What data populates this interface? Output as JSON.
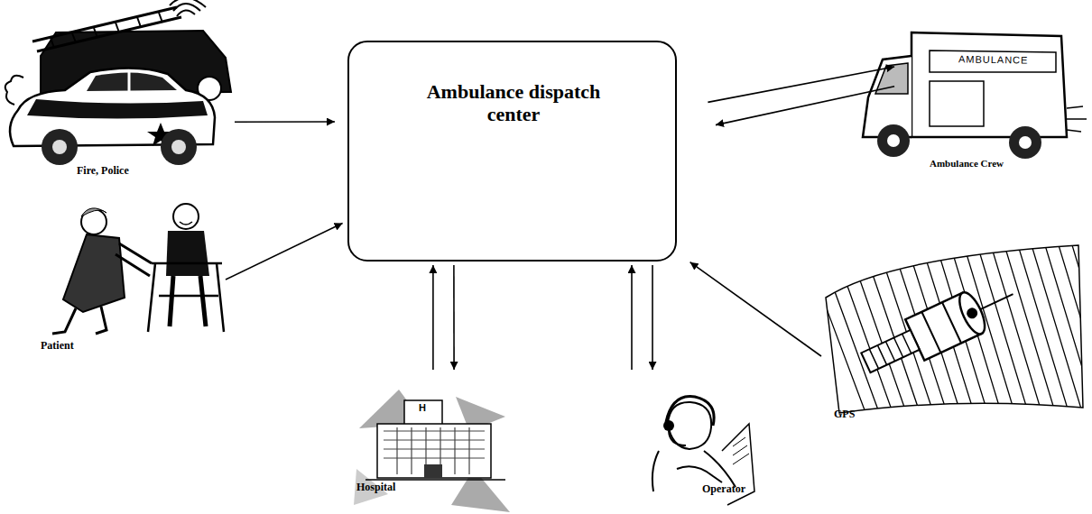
{
  "diagram": {
    "nodes": [
      {
        "text": [
          "Fire, Police"
        ]
      },
      {
        "text": [
          "Ambulance dispatch center"
        ]
      },
      {
        "text": [
          "Ambulance Crew"
        ]
      },
      {
        "text": [
          "Patient"
        ]
      },
      {
        "text": [
          "GPS"
        ]
      },
      {
        "text": [
          "Hospital"
        ]
      },
      {
        "text": [
          "Operator"
        ]
      }
    ],
    "edges": [
      {
        "from": 0,
        "to": 1,
        "arrow": "to"
      },
      {
        "from": 1,
        "to": 2,
        "arrow": "to"
      },
      {
        "from": 2,
        "to": 1,
        "arrow": "to"
      },
      {
        "from": 3,
        "to": 1,
        "arrow": "to"
      },
      {
        "from": 4,
        "to": 1,
        "arrow": "to"
      },
      {
        "from": 5,
        "to": 1,
        "arrow": "to"
      },
      {
        "from": 1,
        "to": 5,
        "arrow": "to"
      },
      {
        "from": 6,
        "to": 1,
        "arrow": "to"
      },
      {
        "from": 1,
        "to": 6,
        "arrow": "to"
      }
    ],
    "labels": [
      "AMBULANCE",
      "H"
    ]
  }
}
